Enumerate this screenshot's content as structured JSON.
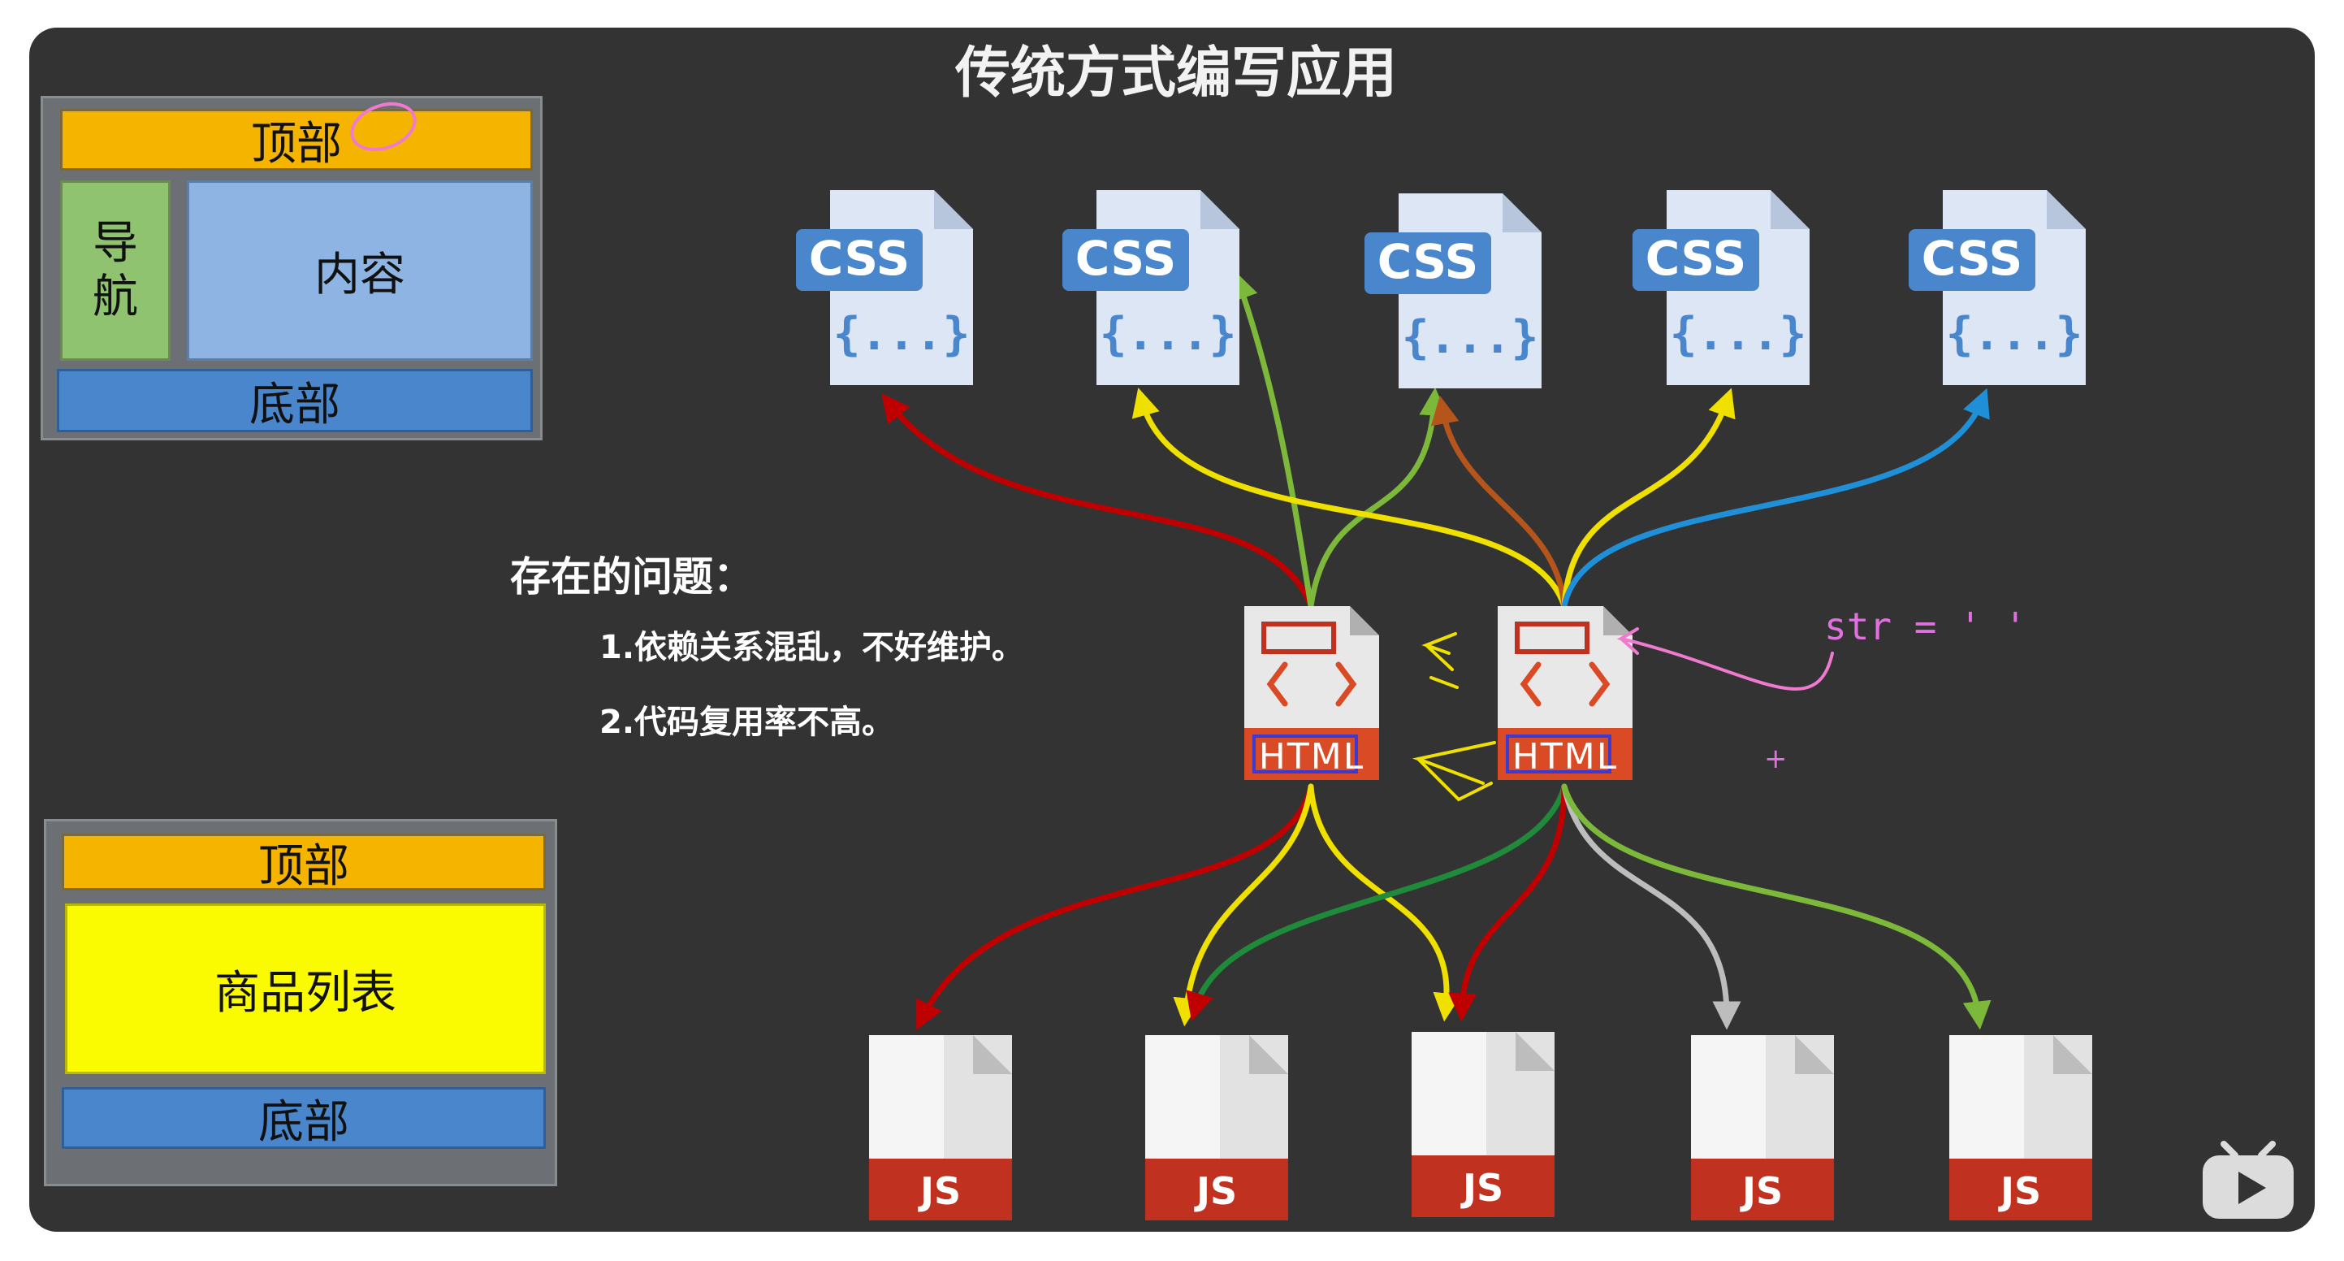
{
  "title": "传统方式编写应用",
  "layout1": {
    "top": "顶部",
    "nav": "导航",
    "content": "内容",
    "bottom": "底部"
  },
  "layout2": {
    "top": "顶部",
    "list": "商品列表",
    "bottom": "底部"
  },
  "problems": {
    "heading": "存在的问题：",
    "items": [
      "1.依赖关系混乱，不好维护。",
      "2.代码复用率不高。"
    ]
  },
  "css_file_label": "CSS",
  "css_file_glyph": "{...}",
  "html_file_label": "HTML",
  "js_file_label": "JS",
  "annotation": {
    "text": "str = ' '",
    "plus": "+"
  },
  "colors": {
    "background": "#333333",
    "css_file": "#dce6f5",
    "css_badge": "#4a86cc",
    "html_badge": "#d94a25",
    "js_badge": "#c0321f",
    "annotation": "#e070e0"
  },
  "icons": {
    "css_file": "css-file-icon",
    "html_file": "html-file-icon",
    "js_file": "js-file-icon",
    "video": "bilibili-play-icon"
  }
}
